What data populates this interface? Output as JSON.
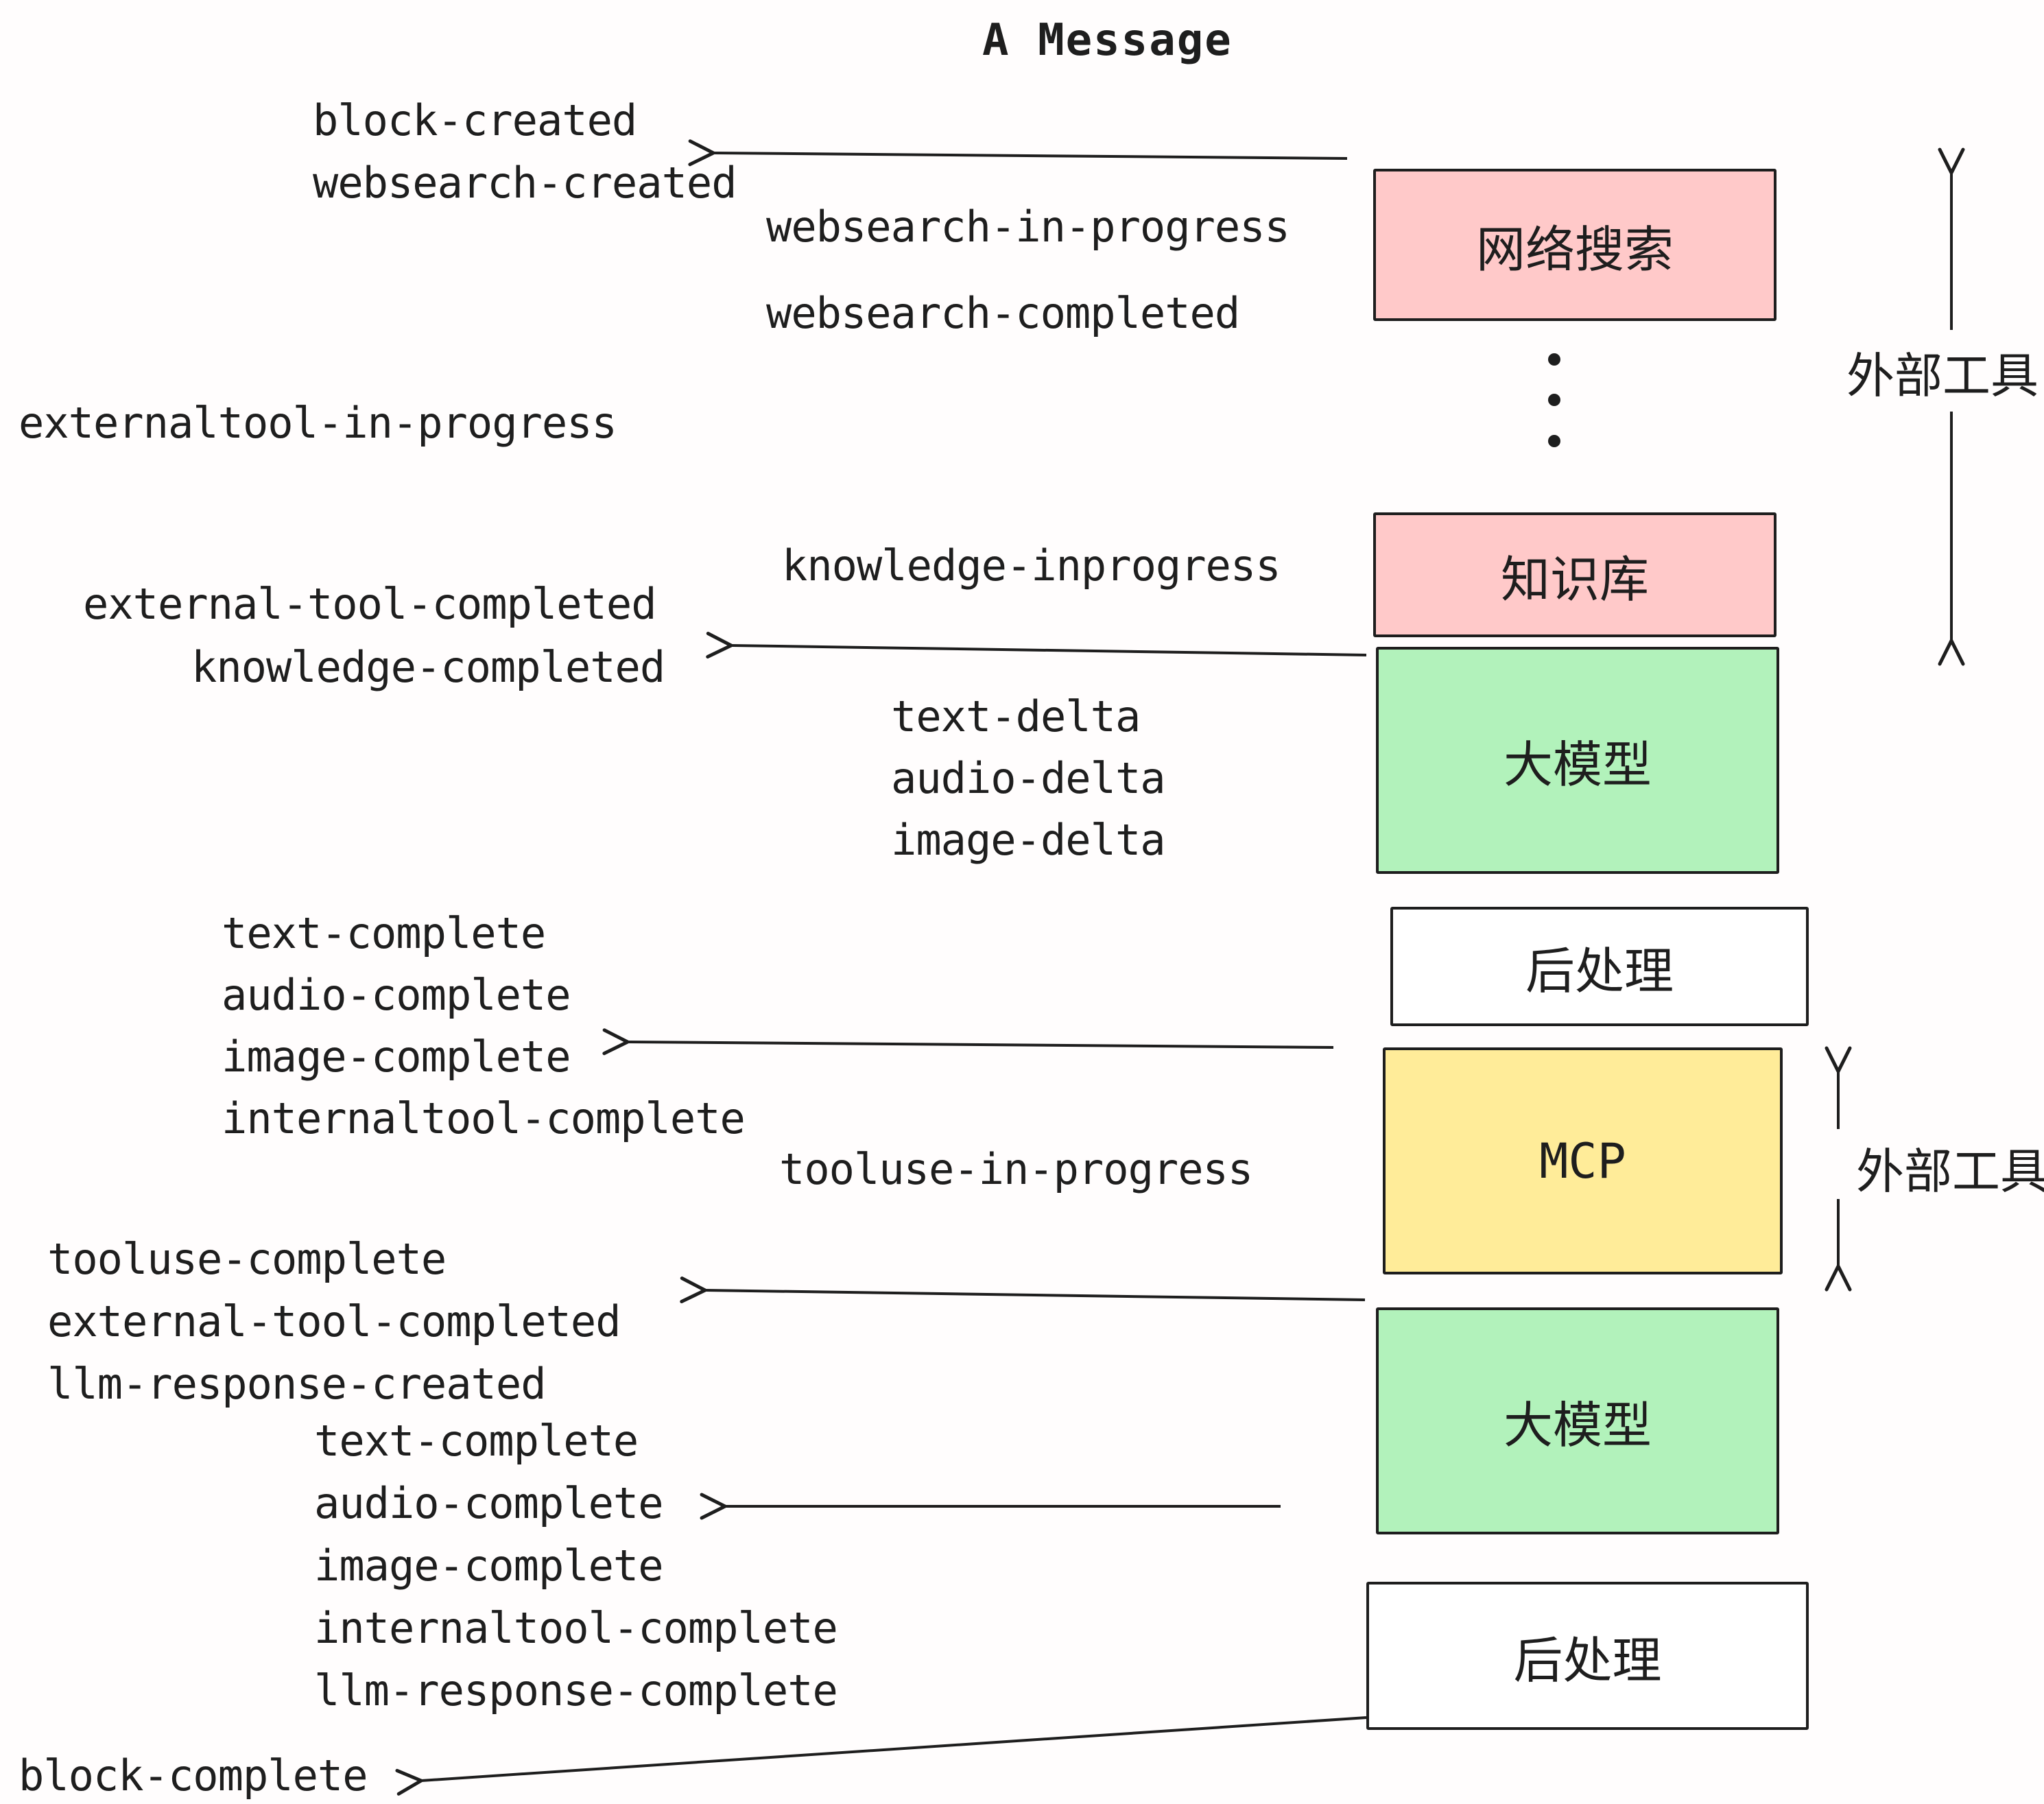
{
  "title": "A Message",
  "colors": {
    "ink": "#1e1e1e",
    "external_tool_box": "#ffc9c9",
    "llm_box": "#b2f2bb",
    "mcp_box": "#ffec99",
    "postprocess_box": "#ffffff",
    "background": "#fffdfd"
  },
  "boxes": {
    "websearch": "网络搜索",
    "knowledge": "知识库",
    "llm1": "大模型",
    "postprocess1": "后处理",
    "mcp": "MCP",
    "llm2": "大模型",
    "postprocess2": "后处理"
  },
  "side_labels": {
    "external_tools_top": "外部工具",
    "external_tools_mcp": "外部工具"
  },
  "events": {
    "block_created": "block-created",
    "websearch_created": "websearch-created",
    "websearch_in_progress": "websearch-in-progress",
    "websearch_completed": "websearch-completed",
    "externaltool_in_progress": "externaltool-in-progress",
    "knowledge_inprogress": "knowledge-inprogress",
    "external_tool_completed": "external-tool-completed",
    "knowledge_completed": "knowledge-completed",
    "text_delta_1": "text-delta",
    "audio_delta_1": "audio-delta",
    "image_delta_1": "image-delta",
    "text_complete_1": "text-complete",
    "audio_complete_1": "audio-complete",
    "image_complete_1": "image-complete",
    "internaltool_complete_1": "internaltool-complete",
    "tooluse_in_progress": "tooluse-in-progress",
    "tooluse_complete": "tooluse-complete",
    "external_tool_completed_2": "external-tool-completed",
    "llm_response_created": "llm-response-created",
    "text_complete_2": "text-complete",
    "audio_complete_2": "audio-complete",
    "image_complete_2": "image-complete",
    "internaltool_complete_2": "internaltool-complete",
    "llm_response_complete": "llm-response-complete",
    "block_complete": "block-complete"
  }
}
